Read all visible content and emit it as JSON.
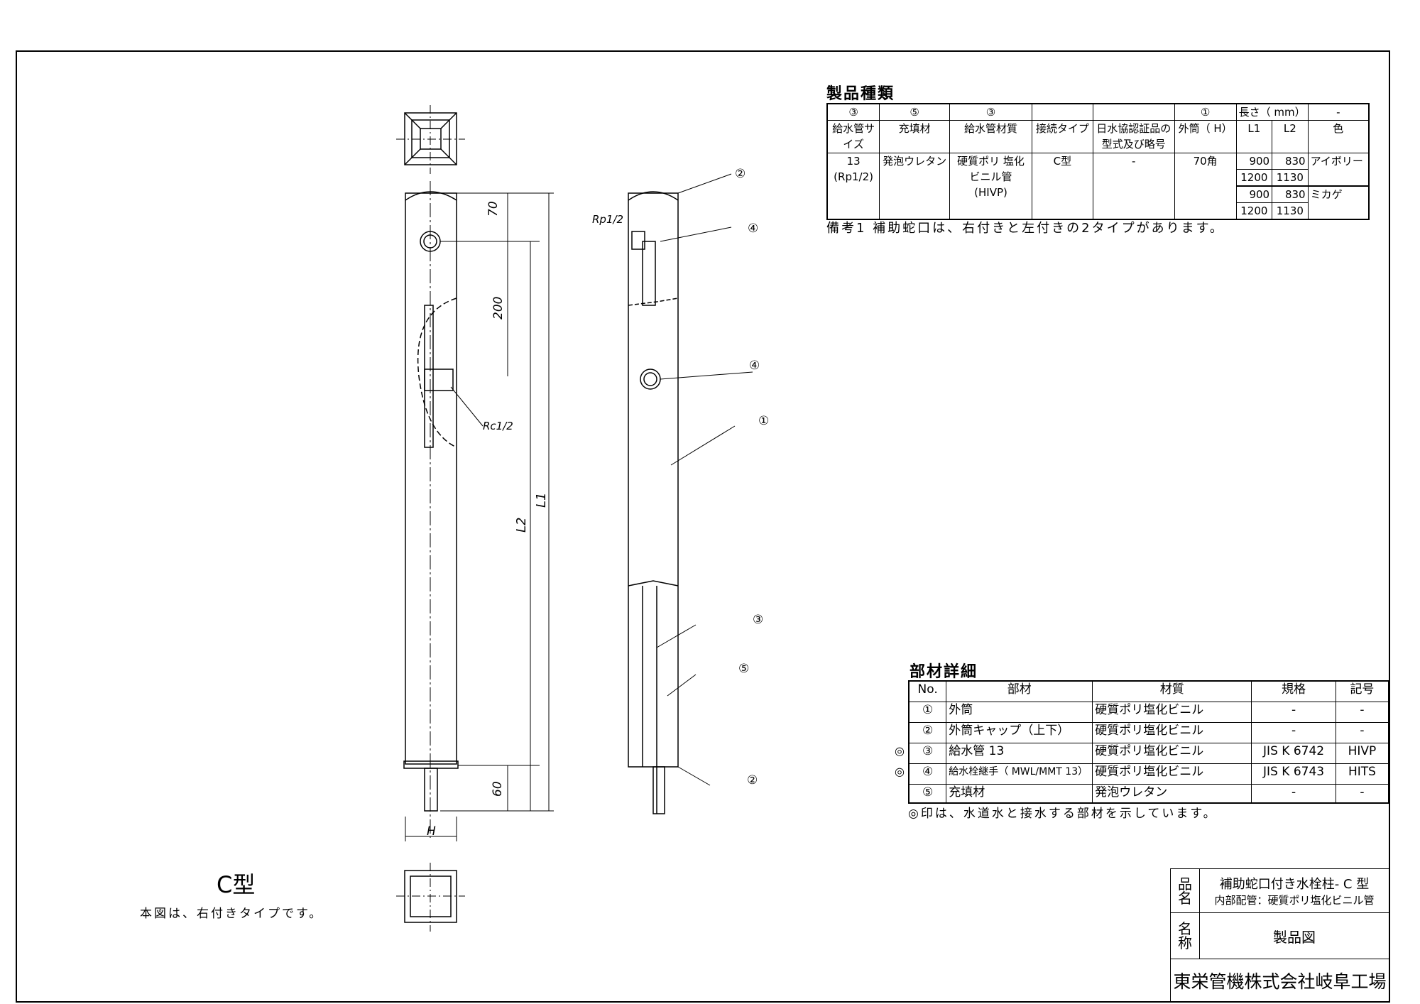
{
  "product_types": {
    "title": "製品種類",
    "markers": [
      "③",
      "⑤",
      "③",
      "",
      "",
      "①",
      "長さ（ mm）",
      "-"
    ],
    "headers": [
      "給水管サイズ",
      "充填材",
      "給水管材質",
      "接続タイプ",
      "日水協認証品の型式及び略号",
      "外筒（ H）",
      "L1",
      "L2",
      "色"
    ],
    "size": "13 (Rp1/2)",
    "filler": "発泡ウレタン",
    "pipe_material": "硬質ポリ 塩化ビニル管 (HIVP)",
    "connection": "C型",
    "cert": "-",
    "outer": "70角",
    "rows": [
      {
        "L1": "900",
        "L2": "830",
        "color": "アイボリー"
      },
      {
        "L1": "1200",
        "L2": "1130"
      },
      {
        "L1": "900",
        "L2": "830",
        "color": "ミカゲ"
      },
      {
        "L1": "1200",
        "L2": "1130"
      }
    ],
    "note": "備考1 補助蛇口は、右付きと左付きの2タイプがあります。"
  },
  "parts": {
    "title": "部材詳細",
    "headers": [
      "No.",
      "部材",
      "材質",
      "規格",
      "記号"
    ],
    "rows": [
      {
        "mark": "",
        "no": "①",
        "part": "外筒",
        "material": "硬質ポリ塩化ビニル",
        "std": "-",
        "code": "-"
      },
      {
        "mark": "",
        "no": "②",
        "part": "外筒キャップ（上下）",
        "material": "硬質ポリ塩化ビニル",
        "std": "-",
        "code": "-"
      },
      {
        "mark": "◎",
        "no": "③",
        "part": "給水管 13",
        "material": "硬質ポリ塩化ビニル",
        "std": "JIS K 6742",
        "code": "HIVP"
      },
      {
        "mark": "◎",
        "no": "④",
        "part": "給水栓継手（ MWL/MMT 13）",
        "material": "硬質ポリ塩化ビニル",
        "std": "JIS K 6743",
        "code": "HITS"
      },
      {
        "mark": "",
        "no": "⑤",
        "part": "充填材",
        "material": "発泡ウレタン",
        "std": "-",
        "code": "-"
      }
    ],
    "note": "◎印は、水道水と接水する部材を示しています。"
  },
  "title_block": {
    "label_name": "品名",
    "product_name": "補助蛇口付き水栓柱- C 型",
    "product_sub": "内部配管：硬質ポリ塩化ビニル管",
    "label_title": "名称",
    "drawing_title": "製品図",
    "company": "東栄管機株式会社岐阜工場"
  },
  "drawing": {
    "type_label": "C型",
    "caption": "本図は、右付きタイプです。",
    "dim_70": "70",
    "dim_200": "200",
    "dim_60": "60",
    "dim_L1": "L1",
    "dim_L2": "L2",
    "dim_H": "H",
    "rc": "Rc1/2",
    "rp": "Rp1/2",
    "balloons": [
      "②",
      "④",
      "④",
      "①",
      "③",
      "⑤",
      "②"
    ]
  }
}
